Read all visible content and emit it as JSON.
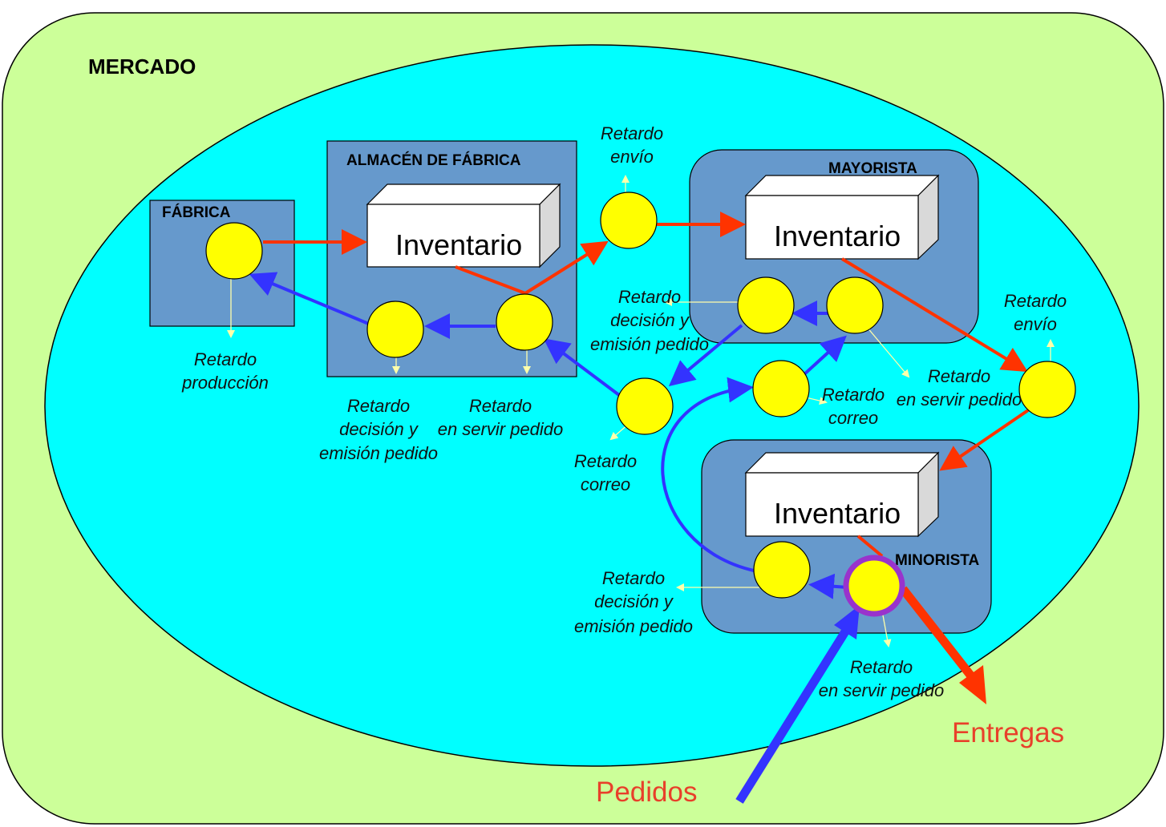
{
  "market": {
    "title": "MERCADO"
  },
  "factory": {
    "title": "FÁBRICA",
    "delay": [
      "Retardo",
      "producción"
    ]
  },
  "warehouse": {
    "title": "ALMACÉN DE FÁBRICA",
    "inventory": "Inventario",
    "order_delay": [
      "Retardo",
      "decisión y",
      "emisión pedido"
    ],
    "service_delay": [
      "Retardo",
      "en servir pedido"
    ]
  },
  "wholesaler": {
    "title": "MAYORISTA",
    "inventory": "Inventario",
    "order_delay": [
      "Retardo",
      "decisión y",
      "emisión pedido"
    ],
    "service_delay": [
      "Retardo",
      "en servir pedido"
    ]
  },
  "retailer": {
    "title": "MINORISTA",
    "inventory": "Inventario",
    "order_delay": [
      "Retardo",
      "decisión y",
      "emisión pedido"
    ],
    "service_delay": [
      "Retardo",
      "en servir pedido"
    ]
  },
  "shipping_delay_1": [
    "Retardo",
    "envío"
  ],
  "shipping_delay_2": [
    "Retardo",
    "envío"
  ],
  "mail_delay_1": [
    "Retardo",
    "correo"
  ],
  "mail_delay_2": [
    "Retardo",
    "correo"
  ],
  "flows": {
    "orders": "Pedidos",
    "deliveries": "Entregas"
  },
  "colors": {
    "market_bg": "#ccff99",
    "ellipse_bg": "#00ffff",
    "box_fill": "#6699cc",
    "node_fill": "#ffff00",
    "material_flow": "#ff3300",
    "order_flow": "#3333ff",
    "highlight_ring": "#9933cc",
    "label_red": "#e8402a"
  }
}
